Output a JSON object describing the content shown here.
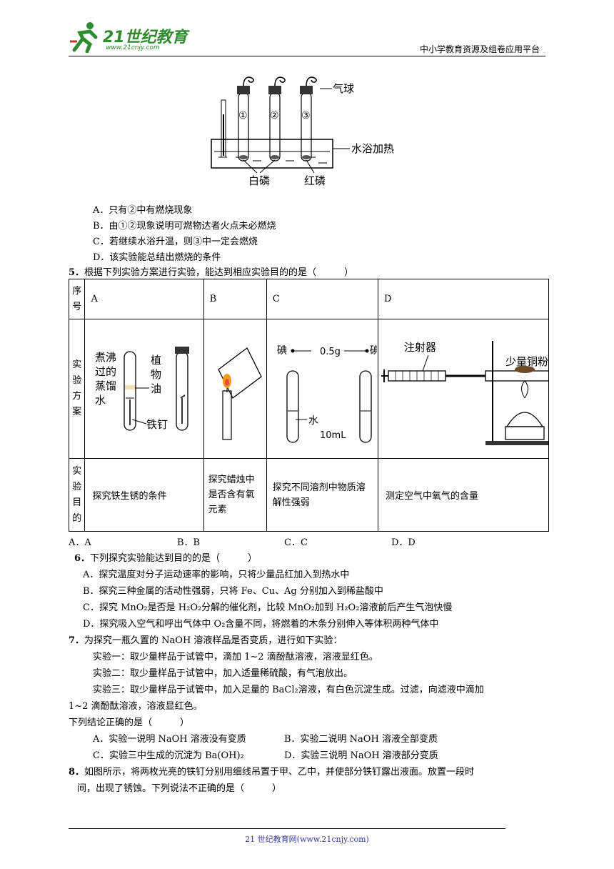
{
  "header": {
    "logo_text": "21世纪教育",
    "logo_url": "www.21cnjy.com",
    "right_text": "中小学教育资源及组卷应用平台"
  },
  "fig4": {
    "labels": [
      "气球",
      "水浴加热",
      "白磷",
      "红磷"
    ],
    "tube_numbers": [
      "①",
      "②",
      "③"
    ]
  },
  "q4": {
    "options": [
      "A．只有②中有燃烧现象",
      "B．由①②现象说明可燃物达者火点未必燃烧",
      "C．若继续水浴升温，则③中一定会燃烧",
      "D．该实验能总结出燃烧的条件"
    ]
  },
  "q5": {
    "num": "5．",
    "stem": "根据下列实验方案进行实验，能达到相应实验目的的是（　　　）",
    "row_heads": [
      "序号",
      "实验方案",
      "实验目的"
    ],
    "cols": [
      "A",
      "B",
      "C",
      "D"
    ],
    "fig_labels": {
      "a": [
        "煮沸",
        "过的",
        "蒸馏",
        "水",
        "植",
        "物",
        "油",
        "铁钉"
      ],
      "c": [
        "碘",
        "0.5g",
        "碘",
        "水",
        "10mL"
      ],
      "d": [
        "注射器",
        "少量铜粉"
      ]
    },
    "purposes": [
      "探究铁生锈的条件",
      "探究蜡烛中是否含有氧元素",
      "探究不同溶剂中物质溶解性强弱",
      "测定空气中氧气的含量"
    ],
    "options": [
      "A．A",
      "B．B",
      "C．C",
      "D．D"
    ]
  },
  "q6": {
    "num": "6．",
    "stem": "下列探究实验能达到目的的是（　　　）",
    "options": [
      "A．探究温度对分子运动速率的影响，只将少量品红加入到热水中",
      "B．探究三种金属的活动性强弱，只将 Fe、Cu、Ag 分别加入到稀盐酸中",
      "C．探究 MnO₂是否是 H₂O₂分解的催化剂，比较 MnO₂加到 H₂O₂溶液前后产生气泡快慢",
      "D．探究吸入空气和呼出气体中 O₂含量不同，将燃着的木条分别伸入等体积两种气体中"
    ]
  },
  "q7": {
    "num": "7．",
    "stem": "为探究一瓶久置的 NaOH 溶液样品是否变质，进行如下实验：",
    "exp1": "实验一：取少量样品于试管中，滴加 1~2 滴酚酞溶液，溶液显红色。",
    "exp2": "实验二：取少量样品于试管中，加入适量稀硫酸，有气泡放出。",
    "exp3a": "实验三：取少量样品于试管中，加入足量的 BaCl₂溶液，有白色沉淀生成。过滤，向滤液中滴加",
    "exp3b": "1~2 滴酚酞溶液，溶液显红色。",
    "ask": "下列结论正确的是（　　　）",
    "options": [
      "A．实验一说明 NaOH 溶液没有变质",
      "B．实验二说明 NaOH 溶液全部变质",
      "C．实验三中生成的沉淀为 Ba(OH)₂",
      "D．实验三说明 NaOH 溶液部分变质"
    ]
  },
  "q8": {
    "num": "8．",
    "line1": "如图所示，将两枚光亮的铁钉分别用细线吊置于甲、乙中，并使部分铁钉露出液面。放置一段时",
    "line2": "间，出现了锈蚀。下列说法不正确的是（　　　）"
  },
  "footer": {
    "text": "21 世纪教育网(www.21cnjy.com)"
  }
}
